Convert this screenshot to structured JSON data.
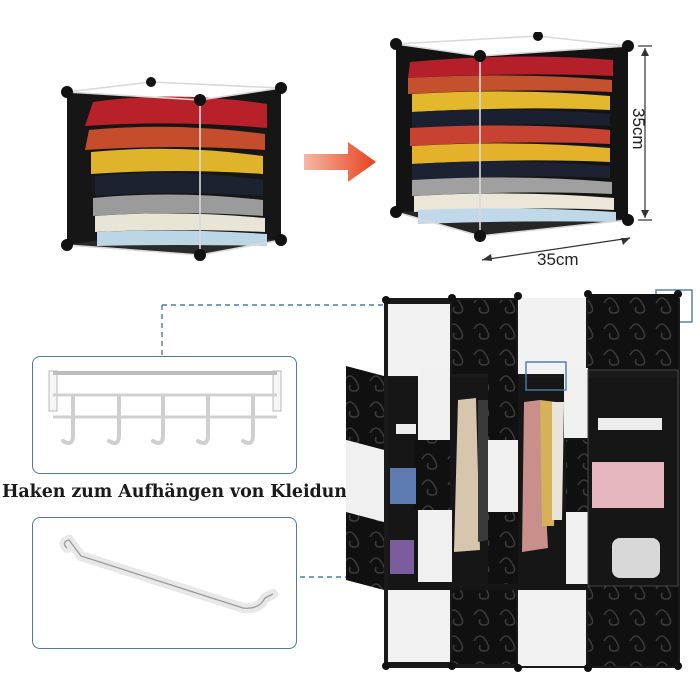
{
  "dimensions": {
    "height": "35cm",
    "width": "35cm"
  },
  "caption": "Haken zum Aufhängen von Kleidung",
  "colors": {
    "accent_arrow": "#e8401c",
    "callout_line": "#4e78a8",
    "panel_black": "#111111",
    "panel_white": "#f4f4f4"
  },
  "icons": [
    "right-arrow-icon"
  ]
}
